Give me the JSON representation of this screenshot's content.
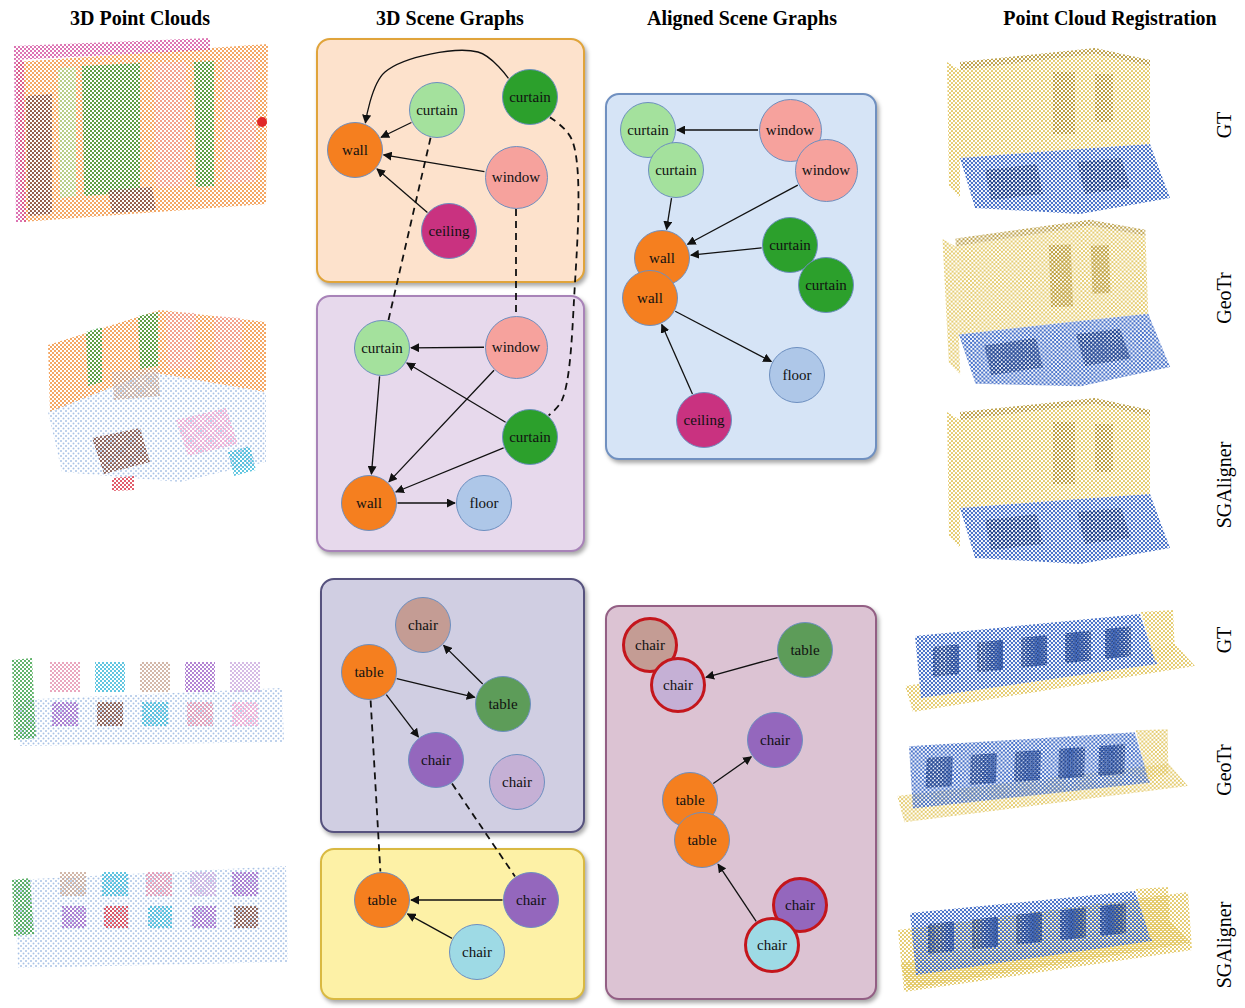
{
  "diagram": {
    "nodes": [
      {
        "text": []
      },
      {
        "text": [
          "curtain"
        ],
        "in": 0
      },
      {
        "text": [
          "curtain"
        ],
        "in": 0
      },
      {
        "text": [
          "wall"
        ],
        "in": 0
      },
      {
        "text": [
          "window"
        ],
        "in": 0
      },
      {
        "text": [
          "ceiling"
        ],
        "in": 0
      },
      {
        "text": []
      },
      {
        "text": [
          "curtain"
        ],
        "in": 6
      },
      {
        "text": [
          "window"
        ],
        "in": 6
      },
      {
        "text": [
          "curtain"
        ],
        "in": 6
      },
      {
        "text": [
          "wall"
        ],
        "in": 6
      },
      {
        "text": [
          "floor"
        ],
        "in": 6
      },
      {
        "text": []
      },
      {
        "text": [
          "curtain"
        ],
        "in": 12
      },
      {
        "text": [
          "curtain"
        ],
        "in": 12
      },
      {
        "text": [
          "window"
        ],
        "in": 12
      },
      {
        "text": [
          "window"
        ],
        "in": 12
      },
      {
        "text": [
          "wall"
        ],
        "in": 12
      },
      {
        "text": [
          "wall"
        ],
        "in": 12
      },
      {
        "text": [
          "curtain"
        ],
        "in": 12
      },
      {
        "text": [
          "curtain"
        ],
        "in": 12
      },
      {
        "text": [
          "floor"
        ],
        "in": 12
      },
      {
        "text": [
          "ceiling"
        ],
        "in": 12
      },
      {
        "text": []
      },
      {
        "text": [
          "chair"
        ],
        "in": 23
      },
      {
        "text": [
          "table"
        ],
        "in": 23
      },
      {
        "text": [
          "table"
        ],
        "in": 23
      },
      {
        "text": [
          "chair"
        ],
        "in": 23
      },
      {
        "text": [
          "chair"
        ],
        "in": 23
      },
      {
        "text": []
      },
      {
        "text": [
          "table"
        ],
        "in": 29
      },
      {
        "text": [
          "chair"
        ],
        "in": 29
      },
      {
        "text": [
          "chair"
        ],
        "in": 29
      },
      {
        "text": []
      },
      {
        "text": [
          "chair"
        ],
        "in": 33
      },
      {
        "text": [
          "chair"
        ],
        "in": 33
      },
      {
        "text": [
          "table"
        ],
        "in": 33
      },
      {
        "text": [
          "chair"
        ],
        "in": 33
      },
      {
        "text": [
          "table"
        ],
        "in": 33
      },
      {
        "text": [
          "table"
        ],
        "in": 33
      },
      {
        "text": [
          "chair"
        ],
        "in": 33
      },
      {
        "text": [
          "chair"
        ],
        "in": 33
      }
    ],
    "edges": [
      {
        "from": 2,
        "to": 3,
        "arrow": "to"
      },
      {
        "from": 1,
        "to": 3,
        "arrow": "to"
      },
      {
        "from": 4,
        "to": 3,
        "arrow": "to"
      },
      {
        "from": 5,
        "to": 3,
        "arrow": "to"
      },
      {
        "from": 8,
        "to": 7,
        "arrow": "to"
      },
      {
        "from": 9,
        "to": 7,
        "arrow": "to"
      },
      {
        "from": 7,
        "to": 10,
        "arrow": "to"
      },
      {
        "from": 8,
        "to": 10,
        "arrow": "to"
      },
      {
        "from": 9,
        "to": 10,
        "arrow": "to"
      },
      {
        "from": 10,
        "to": 11,
        "arrow": "to"
      },
      {
        "from": 1,
        "to": 7,
        "arrow": "none"
      },
      {
        "from": 4,
        "to": 8,
        "arrow": "none"
      },
      {
        "from": 2,
        "to": 9,
        "arrow": "none"
      },
      {
        "from": 15,
        "to": 13,
        "arrow": "to"
      },
      {
        "from": 14,
        "to": 17,
        "arrow": "to"
      },
      {
        "from": 16,
        "to": 17,
        "arrow": "to"
      },
      {
        "from": 19,
        "to": 17,
        "arrow": "to"
      },
      {
        "from": 18,
        "to": 21,
        "arrow": "to"
      },
      {
        "from": 22,
        "to": 18,
        "arrow": "to"
      },
      {
        "from": 26,
        "to": 24,
        "arrow": "to"
      },
      {
        "from": 25,
        "to": 26,
        "arrow": "to"
      },
      {
        "from": 25,
        "to": 27,
        "arrow": "to"
      },
      {
        "from": 31,
        "to": 30,
        "arrow": "to"
      },
      {
        "from": 32,
        "to": 30,
        "arrow": "to"
      },
      {
        "from": 25,
        "to": 30,
        "arrow": "none"
      },
      {
        "from": 27,
        "to": 31,
        "arrow": "none"
      },
      {
        "from": 36,
        "to": 35,
        "arrow": "to"
      },
      {
        "from": 38,
        "to": 37,
        "arrow": "to"
      },
      {
        "from": 41,
        "to": 39,
        "arrow": "to"
      }
    ],
    "labels": [
      "3D Point Clouds",
      "3D Scene Graphs",
      "Aligned Scene Graphs",
      "Point Cloud Registration",
      "GT",
      "GeoTr",
      "SGAligner",
      "GT",
      "GeoTr",
      "SGAligner"
    ]
  }
}
